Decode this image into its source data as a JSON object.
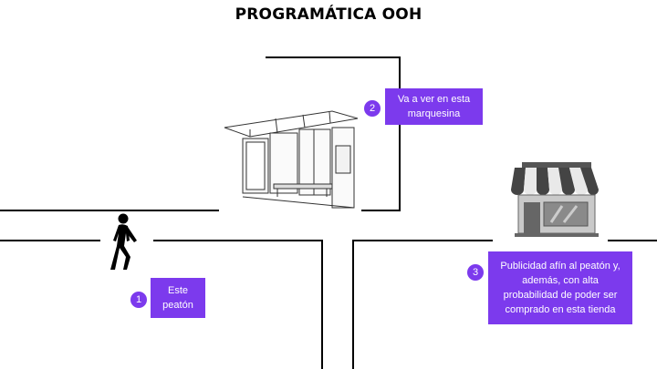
{
  "title": "PROGRAMÁTICA OOH",
  "steps": [
    {
      "number": "1",
      "text": "Este peatón"
    },
    {
      "number": "2",
      "text": "Va a ver en esta marquesina"
    },
    {
      "number": "3",
      "text": "Publicidad afín al peatón y, además, con alta probabilidad de poder ser comprado en esta tienda"
    }
  ],
  "icons": {
    "pedestrian": "pedestrian-icon",
    "bus_shelter": "bus-shelter-icon",
    "shop": "shop-icon"
  },
  "colors": {
    "accent": "#7c3aed",
    "road_lines": "#000000"
  }
}
